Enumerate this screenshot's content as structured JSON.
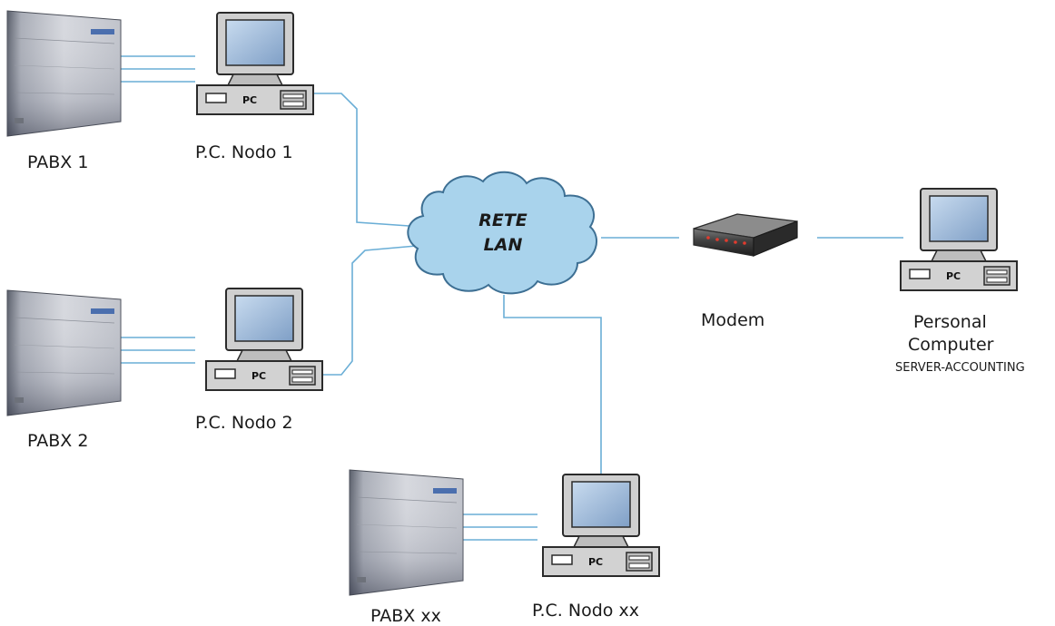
{
  "labels": {
    "pabx1": "PABX  1",
    "pabx2": "PABX 2",
    "pabxxx": "PABX xx",
    "node1": "P.C. Nodo 1",
    "node2": "P.C. Nodo 2",
    "nodexx": "P.C. Nodo xx",
    "cloud_line1": "RETE",
    "cloud_line2": "LAN",
    "modem": "Modem",
    "server_line1": "Personal",
    "server_line2": "Computer",
    "server_line3": "SERVER-ACCOUNTING",
    "pc_case": "PC"
  },
  "colors": {
    "link": "#6aaed6",
    "cloud_fill": "#a9d3ec",
    "cloud_stroke": "#3d6f93",
    "monitor_case": "#c8c8c8",
    "screen": "#9bb8d9",
    "modem_body": "#3a3a3a"
  },
  "icons": {
    "pabx": "pabx-cabinet-icon",
    "pc": "desktop-pc-icon",
    "cloud": "lan-cloud-icon",
    "modem": "modem-icon"
  }
}
